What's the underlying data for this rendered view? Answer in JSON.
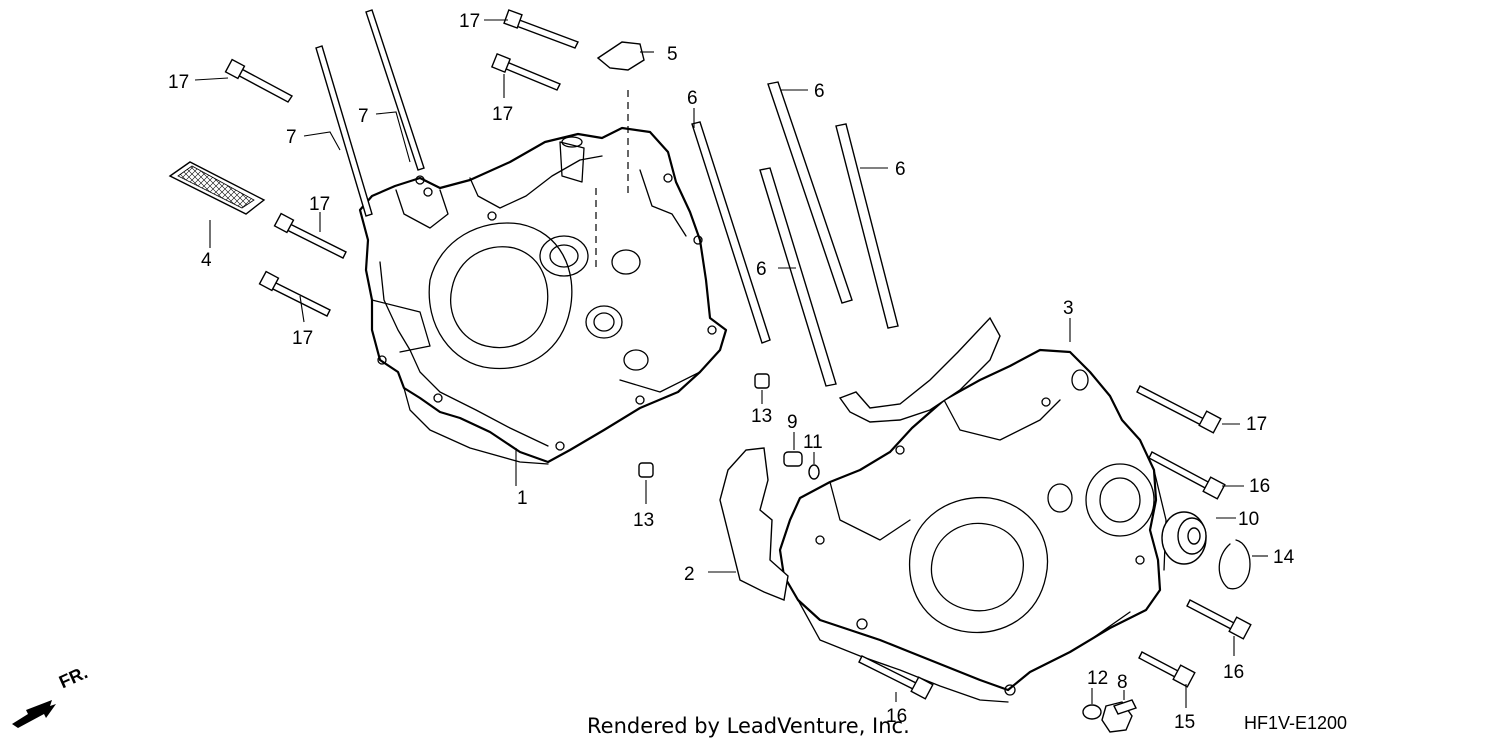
{
  "diagram_code": "HF1V-E1200",
  "credit": "Rendered by LeadVenture, Inc.",
  "direction_marker": {
    "label": "FR.",
    "icon": "front-direction-arrow-icon"
  },
  "callouts": [
    {
      "id": "c1",
      "text": "1"
    },
    {
      "id": "c2",
      "text": "2"
    },
    {
      "id": "c3",
      "text": "3"
    },
    {
      "id": "c4",
      "text": "4"
    },
    {
      "id": "c5",
      "text": "5"
    },
    {
      "id": "c6a",
      "text": "6"
    },
    {
      "id": "c6b",
      "text": "6"
    },
    {
      "id": "c6c",
      "text": "6"
    },
    {
      "id": "c6d",
      "text": "6"
    },
    {
      "id": "c7a",
      "text": "7"
    },
    {
      "id": "c7b",
      "text": "7"
    },
    {
      "id": "c8",
      "text": "8"
    },
    {
      "id": "c9",
      "text": "9"
    },
    {
      "id": "c10",
      "text": "10"
    },
    {
      "id": "c11",
      "text": "11"
    },
    {
      "id": "c12",
      "text": "12"
    },
    {
      "id": "c13a",
      "text": "13"
    },
    {
      "id": "c13b",
      "text": "13"
    },
    {
      "id": "c14",
      "text": "14"
    },
    {
      "id": "c15",
      "text": "15"
    },
    {
      "id": "c16a",
      "text": "16"
    },
    {
      "id": "c16b",
      "text": "16"
    },
    {
      "id": "c16c",
      "text": "16"
    },
    {
      "id": "c17a",
      "text": "17"
    },
    {
      "id": "c17b",
      "text": "17"
    },
    {
      "id": "c17c",
      "text": "17"
    },
    {
      "id": "c17d",
      "text": "17"
    },
    {
      "id": "c17e",
      "text": "17"
    },
    {
      "id": "c17f",
      "text": "17"
    }
  ]
}
